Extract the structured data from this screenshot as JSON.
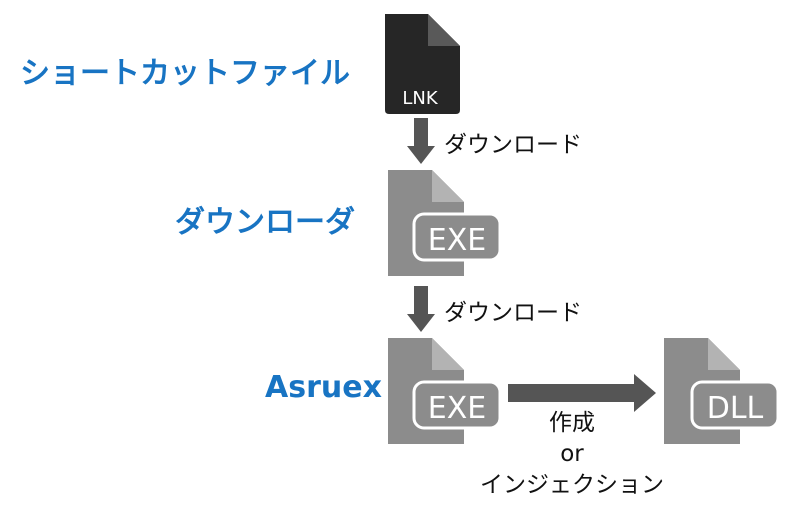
{
  "labels": {
    "shortcut": "ショートカットファイル",
    "downloader": "ダウンローダ",
    "asruex": "Asruex"
  },
  "files": {
    "lnk": "LNK",
    "exe1": "EXE",
    "exe2": "EXE",
    "dll": "DLL"
  },
  "edges": {
    "download1": "ダウンロード",
    "download2": "ダウンロード",
    "create": "作成",
    "or": "or",
    "inject": "インジェクション"
  },
  "colors": {
    "label_blue": "#1874c3",
    "lnk_body": "#262626",
    "lnk_fold": "#595959",
    "file_gray": "#8c8c8c",
    "file_fold": "#b3b3b3",
    "arrow": "#555555"
  }
}
